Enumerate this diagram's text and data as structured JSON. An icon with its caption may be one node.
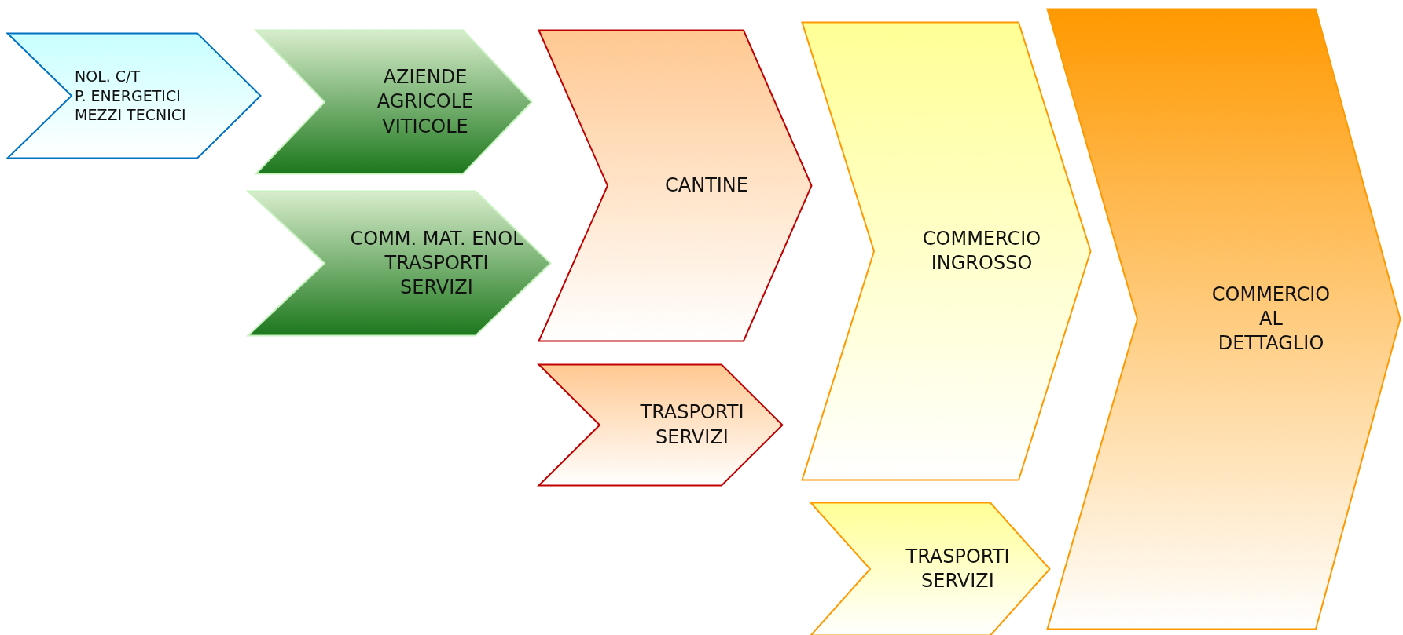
{
  "diagram": {
    "nodes": [
      {
        "text": [
          "NOL. C/T",
          "P. ENERGETICI",
          "MEZZI TECNICI"
        ]
      },
      {
        "text": [
          "AZIENDE AGRICOLE VITICOLE"
        ]
      },
      {
        "text": [
          "COMM. MAT. ENOL",
          "TRASPORTI SERVIZI"
        ]
      },
      {
        "text": [
          "CANTINE"
        ]
      },
      {
        "text": [
          "TRASPORTI SERVIZI"
        ]
      },
      {
        "text": [
          "COMMERCIO INGROSSO"
        ]
      },
      {
        "text": [
          "TRASPORTI SERVIZI"
        ]
      },
      {
        "text": [
          "COMMERCIO AL DETTAGLIO"
        ]
      }
    ]
  }
}
